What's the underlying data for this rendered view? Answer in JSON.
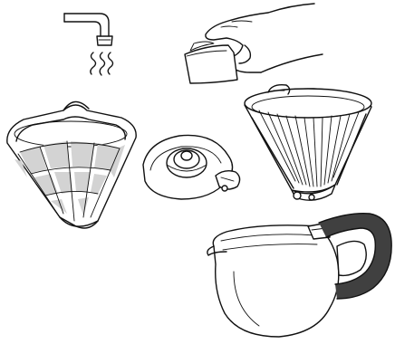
{
  "figure": {
    "background": "#ffffff",
    "line_color": "#111111",
    "mesh_color": "#d3d3d3",
    "handle_color": "#404040",
    "parts": [
      {
        "id": "water-tap",
        "icon": "water-tap-icon"
      },
      {
        "id": "cleaning-cloth",
        "icon": "hand-with-cloth-icon"
      },
      {
        "id": "permanent-filter",
        "icon": "mesh-filter-icon"
      },
      {
        "id": "drip-stop-valve",
        "icon": "valve-lid-icon"
      },
      {
        "id": "filter-holder",
        "icon": "filter-funnel-icon"
      },
      {
        "id": "glass-carafe",
        "icon": "carafe-icon"
      }
    ]
  }
}
